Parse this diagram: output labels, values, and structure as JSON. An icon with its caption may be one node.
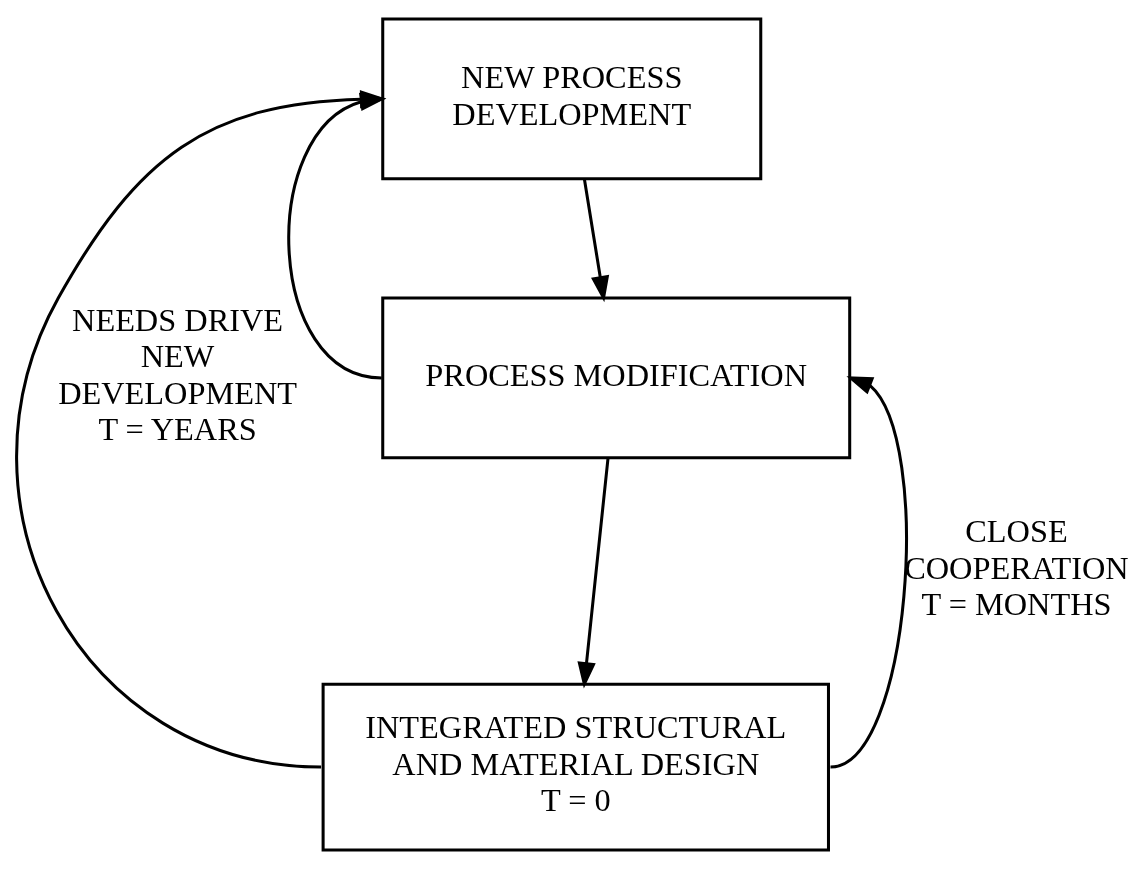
{
  "diagram": {
    "nodes": [
      {
        "text": [
          "NEW PROCESS DEVELOPMENT"
        ]
      },
      {
        "text": [
          "PROCESS MODIFICATION"
        ]
      },
      {
        "text": [
          "INTEGRATED STRUCTURAL AND MATERIAL DESIGN",
          "T = 0"
        ]
      }
    ],
    "edges": [
      {
        "from": 0,
        "to": 1,
        "arrow": "to"
      },
      {
        "from": 1,
        "to": 2,
        "arrow": "to"
      },
      {
        "from": 2,
        "to": 0,
        "arrow": "to",
        "label": "NEEDS DRIVE NEW DEVELOPMENT T = YEARS"
      },
      {
        "from": 1,
        "to": 0,
        "arrow": "to"
      },
      {
        "from": 2,
        "to": 1,
        "arrow": "to",
        "label": "CLOSE COOPERATION T = MONTHS"
      }
    ]
  }
}
